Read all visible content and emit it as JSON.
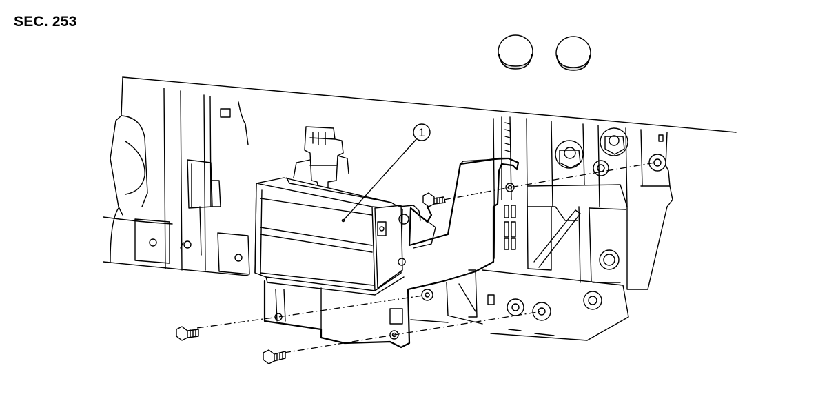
{
  "section_label": "SEC. 253",
  "callouts": [
    {
      "id": "1",
      "label": "1"
    }
  ],
  "colors": {
    "line": "#000000",
    "background": "#ffffff",
    "cap_fill": "#d9d9d9"
  }
}
